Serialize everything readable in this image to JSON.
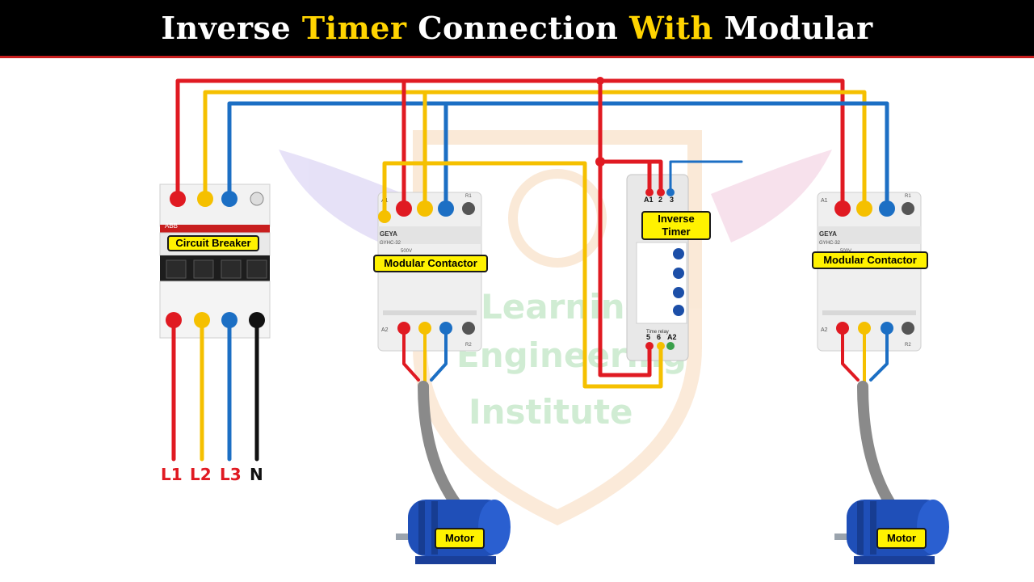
{
  "title": {
    "part1": "Inverse ",
    "part2": "Timer",
    "part3": " Connection ",
    "part4": "With",
    "part5": " Modular"
  },
  "labels": {
    "circuit_breaker": "Circuit Breaker",
    "contactor_left": "Modular Contactor",
    "contactor_right": "Modular Contactor",
    "timer_line1": "Inverse",
    "timer_line2": "Timer",
    "motor_left": "Motor",
    "motor_right": "Motor"
  },
  "phases": {
    "l1": "L1",
    "l2": "L2",
    "l3": "L3",
    "n": "N"
  },
  "timer_terminals": {
    "a1": "A1",
    "t2": "2",
    "t3": "3",
    "t5": "5",
    "t6": "6",
    "a2": "A2",
    "relay_caption": "Time relay"
  },
  "contactor_text": {
    "brand": "GEYA",
    "model": "GYHC-32",
    "a1": "A1",
    "a2": "A2",
    "r1": "R1",
    "r2": "R2",
    "voltage": "500V"
  },
  "breaker_text": {
    "brand": "ABB"
  },
  "watermark": {
    "line1": "Learning",
    "line2": "Engineering",
    "line3": "Institute"
  },
  "colors": {
    "red": "#e01a22",
    "yellow": "#f5c000",
    "blue": "#1c6fc4",
    "black": "#111111",
    "label_bg": "#fff200"
  }
}
